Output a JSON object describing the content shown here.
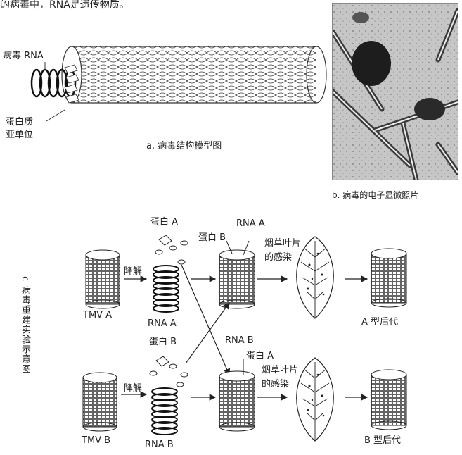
{
  "top_text": "的病毒中，RNA是遗传物质。",
  "panel_a": {
    "virus_rna": "病毒 RNA",
    "capsomere_line1": "蛋白质",
    "capsomere_line2": "亚单位",
    "caption": "a. 病毒结构模型图"
  },
  "panel_b": {
    "caption": "b. 病毒的电子显微照片"
  },
  "panel_c": {
    "side_title": "c 病毒重建实验示意图",
    "row_a": {
      "protein_top": "蛋白 A",
      "degrade": "降解",
      "tmv": "TMV A",
      "rna": "RNA A",
      "protein_under": "蛋白 B",
      "assembled_protein": "蛋白 B",
      "assembled_rna": "RNA A",
      "infect_line1": "烟草叶片",
      "infect_line2": "的感染",
      "offspring": "A 型后代"
    },
    "row_b": {
      "degrade": "降解",
      "tmv": "TMV B",
      "rna": "RNA B",
      "assembled_rna": "RNA B",
      "assembled_protein": "蛋白 A",
      "infect_line1": "烟草叶片",
      "infect_line2": "的感染",
      "offspring": "B 型后代"
    }
  }
}
